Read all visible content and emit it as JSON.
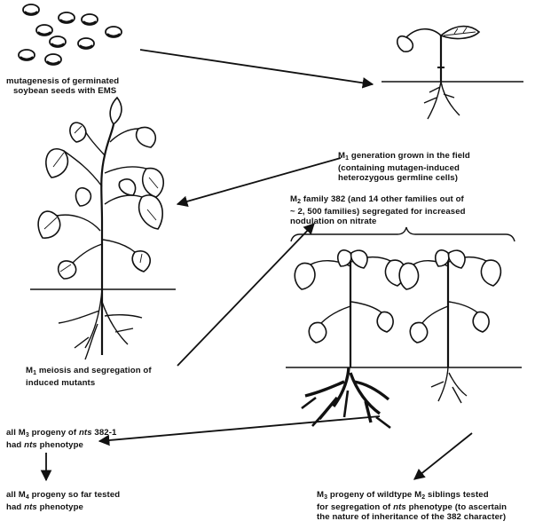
{
  "labels": {
    "mutagenesis": [
      "mutagenesis of germinated",
      "soybean seeds with EMS"
    ],
    "m1_field": {
      "line1_pre": "M",
      "line1_sub": "1",
      "line1_post": " generation grown in the field",
      "line2": "(containing mutagen-induced",
      "line3": "heterozygous germline cells)"
    },
    "m2_family": {
      "line1_pre": "M",
      "line1_sub": "2",
      "line1_post": " family 382 (and 14 other families out of",
      "line2": "~ 2, 500 families) segregated for increased",
      "line3": "nodulation on nitrate"
    },
    "m1_meiosis": {
      "line1_pre": "M",
      "line1_sub": "1",
      "line1_post": " meiosis and segregation of",
      "line2": "induced mutants"
    },
    "m3_progeny": {
      "line1_pre": "all M",
      "line1_sub": "3",
      "line1_post": " progeny of ",
      "line1_em": "nts",
      "line1_tail": " 382-1",
      "line2_pre": "had ",
      "line2_em": "nts",
      "line2_post": " phenotype"
    },
    "m4_progeny": {
      "line1_pre": "all M",
      "line1_sub": "4",
      "line1_post": " progeny so far tested",
      "line2_pre": "had ",
      "line2_em": "nts",
      "line2_post": " phenotype"
    },
    "m3_wildtype": {
      "line1_pre": "M",
      "line1_sub": "3",
      "line1_mid": " progeny of wildtype M",
      "line1_sub2": "2",
      "line1_post": " siblings tested",
      "line2_pre": "for segregation of ",
      "line2_em": "nts",
      "line2_post": " phenotype (to ascertain",
      "line3": "the nature of inheritance of the 382 character)"
    }
  }
}
